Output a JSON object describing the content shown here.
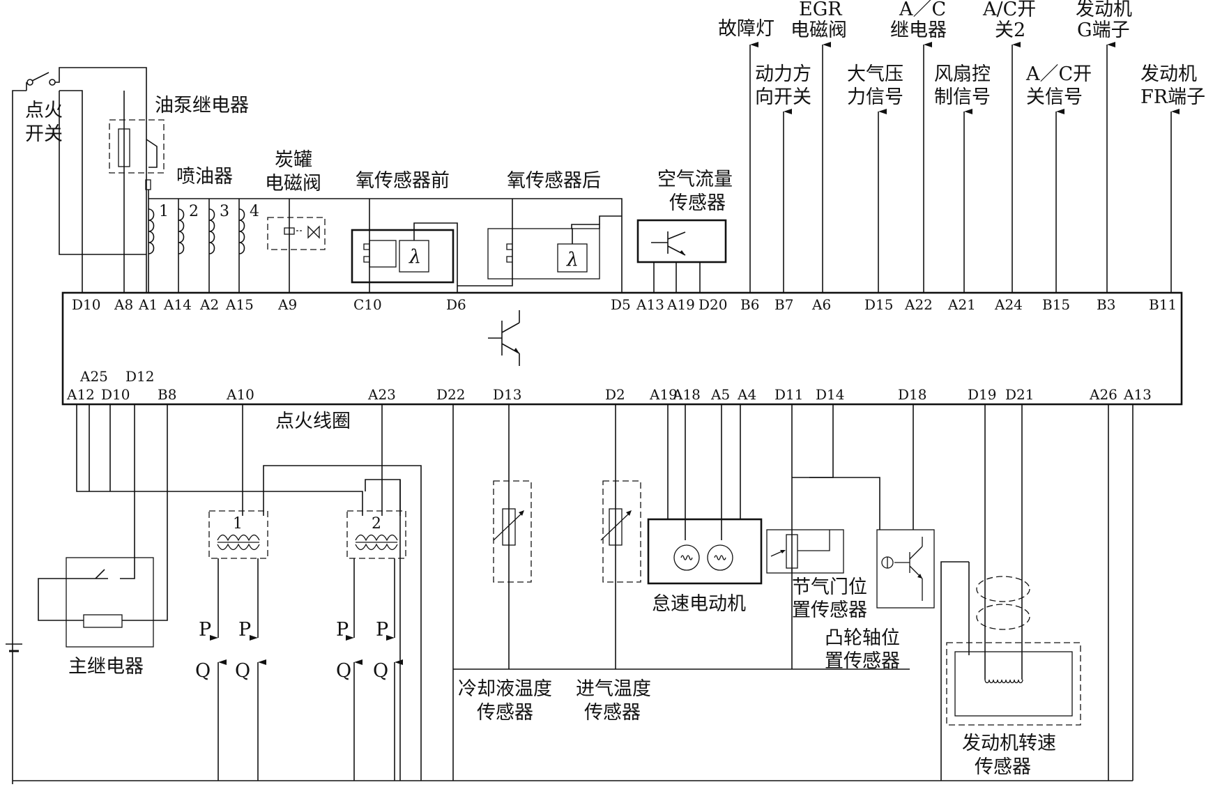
{
  "title": "",
  "top_outputs": [
    {
      "lines": [
        "故障灯"
      ]
    },
    {
      "lines": [
        "EGR",
        "电磁阀"
      ]
    },
    {
      "lines": [
        "A／C",
        "继电器"
      ]
    },
    {
      "lines": [
        "A/C开",
        "关2"
      ]
    },
    {
      "lines": [
        "发动机",
        "G端子"
      ]
    }
  ],
  "top_inputs": [
    {
      "lines": [
        "动力方",
        "向开关"
      ]
    },
    {
      "lines": [
        "大气压",
        "力信号"
      ]
    },
    {
      "lines": [
        "风扇控",
        "制信号"
      ]
    },
    {
      "lines": [
        "A／C开",
        "关信号"
      ]
    },
    {
      "lines": [
        "发动机",
        "FR端子"
      ]
    }
  ],
  "components": {
    "ignition_switch": [
      "点火",
      "开关"
    ],
    "fuel_pump_relay": "油泵继电器",
    "injectors": "喷油器",
    "injector_numbers": [
      "1",
      "2",
      "3",
      "4"
    ],
    "canister_valve": [
      "炭罐",
      "电磁阀"
    ],
    "o2_front": "氧传感器前",
    "o2_rear": "氧传感器后",
    "lambda_symbol": "λ",
    "maf_sensor": [
      "空气流量",
      "传感器"
    ],
    "ignition_coil": "点火线圈",
    "coil_numbers": [
      "1",
      "2"
    ],
    "main_relay": "主继电器",
    "coolant_temp": [
      "冷却液温度",
      "传感器"
    ],
    "intake_temp": [
      "进气温度",
      "传感器"
    ],
    "idle_motor": "怠速电动机",
    "throttle_pos": [
      "节气门位",
      "置传感器"
    ],
    "cam_pos": [
      "凸轮轴位",
      "置传感器"
    ],
    "speed_sensor": [
      "发动机转速",
      "传感器"
    ],
    "spark_outputs": [
      "P",
      "P",
      "P",
      "P"
    ],
    "spark_inputs": [
      "Q",
      "Q",
      "Q",
      "Q"
    ]
  },
  "ecu_top_pins": [
    "D10",
    "A8",
    "A1",
    "A14",
    "A2",
    "A15",
    "A9",
    "C10",
    "D6",
    "D5",
    "A13",
    "A19",
    "D20",
    "B6",
    "B7",
    "A6",
    "D15",
    "A22",
    "A21",
    "A24",
    "B15",
    "B3",
    "B11"
  ],
  "ecu_bottom_pins": [
    "A25",
    "D12",
    "A12",
    "D10",
    "B8",
    "A10",
    "A23",
    "D22",
    "D13",
    "D2",
    "A19",
    "A18",
    "A5",
    "A4",
    "D11",
    "D14",
    "D18",
    "D19",
    "D21",
    "A26",
    "A13"
  ]
}
